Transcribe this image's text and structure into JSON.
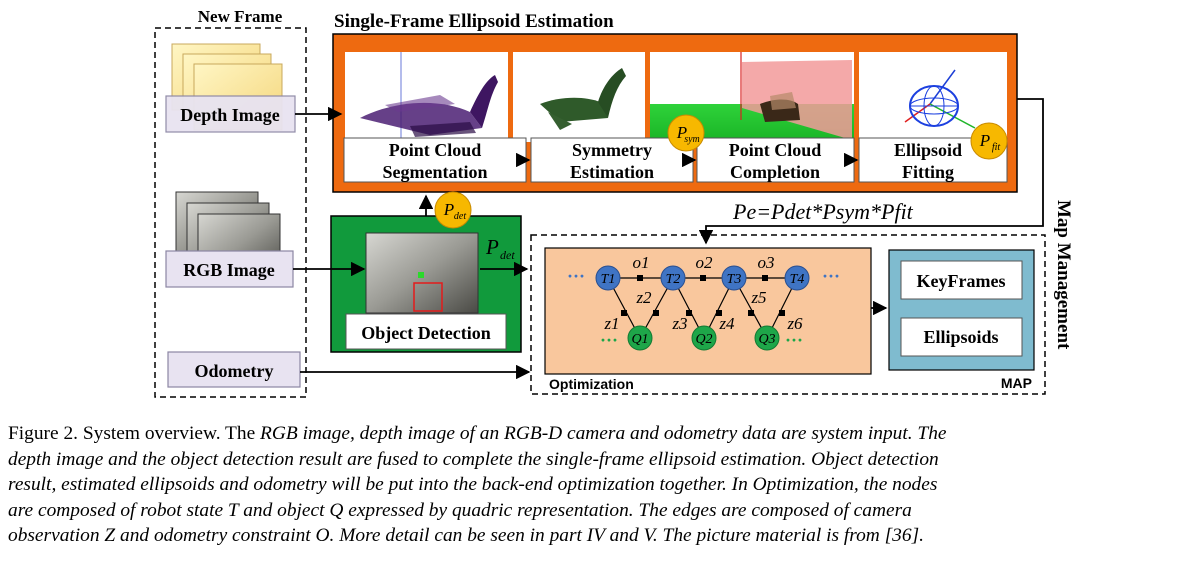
{
  "labels": {
    "new_frame": "New Frame",
    "single_frame_title": "Single-Frame Ellipsoid Estimation",
    "depth_image": "Depth Image",
    "rgb_image": "RGB Image",
    "odometry": "Odometry",
    "object_detection": "Object Detection",
    "optimization": "Optimization",
    "map": "MAP",
    "map_management": "Map Management",
    "keyframes": "KeyFrames",
    "ellipsoids": "Ellipsoids"
  },
  "steps": [
    {
      "line1": "Point Cloud",
      "line2": "Segmentation"
    },
    {
      "line1": "Symmetry",
      "line2": "Estimation"
    },
    {
      "line1": "Point Cloud",
      "line2": "Completion"
    },
    {
      "line1": "Ellipsoid",
      "line2": "Fitting"
    }
  ],
  "probabilities": {
    "p_det": {
      "main": "P",
      "sub": "det"
    },
    "p_sym": {
      "main": "P",
      "sub": "sym"
    },
    "p_fit": {
      "main": "P",
      "sub": "fit"
    }
  },
  "formula": "Pe=Pdet*Psym*Pfit",
  "graph": {
    "state_nodes": [
      "T1",
      "T2",
      "T3",
      "T4"
    ],
    "object_nodes": [
      "Q1",
      "Q2",
      "Q3"
    ],
    "odometry_edges": [
      "o1",
      "o2",
      "o3"
    ],
    "observation_edges": [
      "z1",
      "z2",
      "z3",
      "z4",
      "z5",
      "z6"
    ],
    "ellipsis": "···",
    "ellipsis_green": "···"
  },
  "caption": {
    "label": "Figure 2. System overview. The ",
    "line1_italic": "RGB image, depth image of an RGB-D camera and odometry data are system input. The",
    "line2": "depth image and the object detection result are fused to complete the single-frame ellipsoid estimation. Object detection",
    "line3": "result, estimated ellipsoids and odometry will be put into the back-end optimization together. In Optimization, the nodes",
    "line4": "are composed of robot state T and object Q expressed by quadric representation. The edges are composed of camera",
    "line5": "observation Z and odometry constraint O. More detail can be seen in part IV and V. The picture material is from [36]."
  },
  "colors": {
    "orange": "#ee6a10",
    "green": "#119a3c",
    "peach": "#f9c79d",
    "teal": "#7fbbcf",
    "lavender": "#e8e3f1",
    "node_blue": "#3f74c4",
    "node_green": "#1ea649",
    "badge": "#f7b800"
  }
}
